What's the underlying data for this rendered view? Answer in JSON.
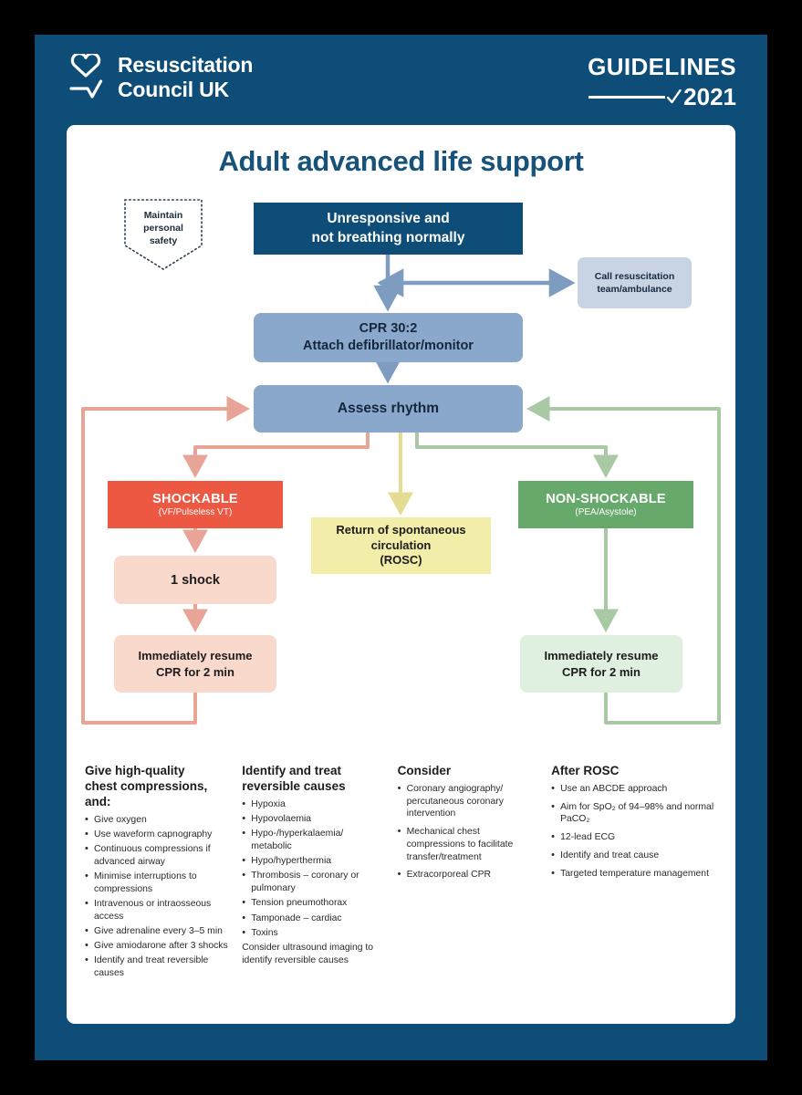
{
  "header": {
    "org_name": "Resuscitation\nCouncil UK",
    "logo_icon": "heart-tick-icon",
    "guidelines_label": "GUIDELINES",
    "guidelines_year": "2021",
    "guidelines_tick_icon": "check-icon"
  },
  "page_title": "Adult advanced life support",
  "colors": {
    "brand_blue": "#0e4d77",
    "title_blue": "#16527a",
    "steel_blue": "#8aa8cc",
    "pale_blue": "#c8d3e4",
    "shockable_red": "#ec5842",
    "shockable_pale": "#fad9cd",
    "nonshockable_green": "#66a96b",
    "nonshockable_pale": "#dff0e0",
    "rosc_yellow": "#f2eda8",
    "arrow_red": "#e8a496",
    "arrow_green": "#a8c9a4",
    "arrow_yellow": "#e5dc94",
    "arrow_blue": "#7e9bc0"
  },
  "flow": {
    "safety": {
      "text": "Maintain\npersonal\nsafety"
    },
    "unresponsive": {
      "text": "Unresponsive and\nnot breathing normally"
    },
    "call_team": {
      "text": "Call resuscitation\nteam/ambulance"
    },
    "cpr": {
      "text": "CPR 30:2\nAttach defibrillator/monitor"
    },
    "assess": {
      "text": "Assess rhythm"
    },
    "shockable": {
      "title": "SHOCKABLE",
      "subtitle": "(VF/Pulseless VT)"
    },
    "nonshockable": {
      "title": "NON-SHOCKABLE",
      "subtitle": "(PEA/Asystole)"
    },
    "rosc": {
      "text": "Return of spontaneous\ncirculation\n(ROSC)"
    },
    "one_shock": {
      "text": "1 shock"
    },
    "resume_left": {
      "text": "Immediately resume\nCPR for 2 min"
    },
    "resume_right": {
      "text": "Immediately resume\nCPR for 2 min"
    }
  },
  "columns": [
    {
      "heading": "Give high-quality\nchest compressions,\nand:",
      "items": [
        "Give oxygen",
        "Use waveform capnography",
        "Continuous compressions if advanced airway",
        "Minimise interruptions to compressions",
        "Intravenous or intraosseous access",
        "Give adrenaline every 3–5 min",
        "Give amiodarone after 3 shocks",
        "Identify and treat reversible causes"
      ],
      "footnote": ""
    },
    {
      "heading": "Identify and treat\nreversible causes",
      "items": [
        "Hypoxia",
        "Hypovolaemia",
        "Hypo-/hyperkalaemia/ metabolic",
        "Hypo/hyperthermia",
        "Thrombosis – coronary or pulmonary",
        "Tension pneumothorax",
        "Tamponade – cardiac",
        "Toxins"
      ],
      "footnote": "Consider ultrasound imaging to identify reversible causes"
    },
    {
      "heading": "Consider",
      "items": [
        "Coronary angiography/ percutaneous coronary intervention",
        "Mechanical chest compressions to facilitate transfer/treatment",
        "Extracorporeal CPR"
      ],
      "footnote": ""
    },
    {
      "heading": "After ROSC",
      "items": [
        "Use an ABCDE approach",
        "Aim for SpO₂ of 94–98% and normal PaCO₂",
        "12-lead ECG",
        "Identify and treat cause",
        "Targeted temperature management"
      ],
      "footnote": ""
    }
  ]
}
